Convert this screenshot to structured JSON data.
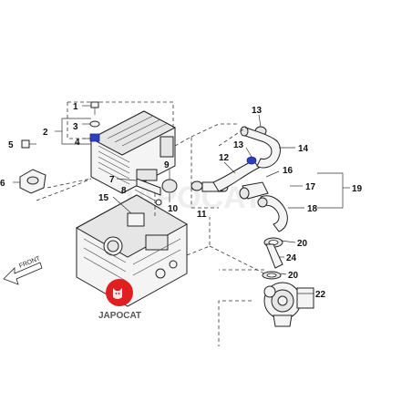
{
  "diagram": {
    "part_numbers": {
      "p1": "1",
      "p2": "2",
      "p3": "3",
      "p4": "4",
      "p5": "5",
      "p6": "6",
      "p7": "7",
      "p8": "8",
      "p9": "9",
      "p10": "10",
      "p11": "11",
      "p12": "12",
      "p13a": "13",
      "p13b": "13",
      "p14": "14",
      "p15": "15",
      "p16": "16",
      "p17": "17",
      "p18": "18",
      "p19": "19",
      "p20a": "20",
      "p20b": "20",
      "p22": "22",
      "p24": "24"
    },
    "front_label": "FRONT",
    "logo_text": "JAPOCAT",
    "watermark_text": "JAPOCAT",
    "colors": {
      "logo_red": "#e02020",
      "highlight_blue": "#2b3fbf",
      "line": "#222222"
    }
  }
}
